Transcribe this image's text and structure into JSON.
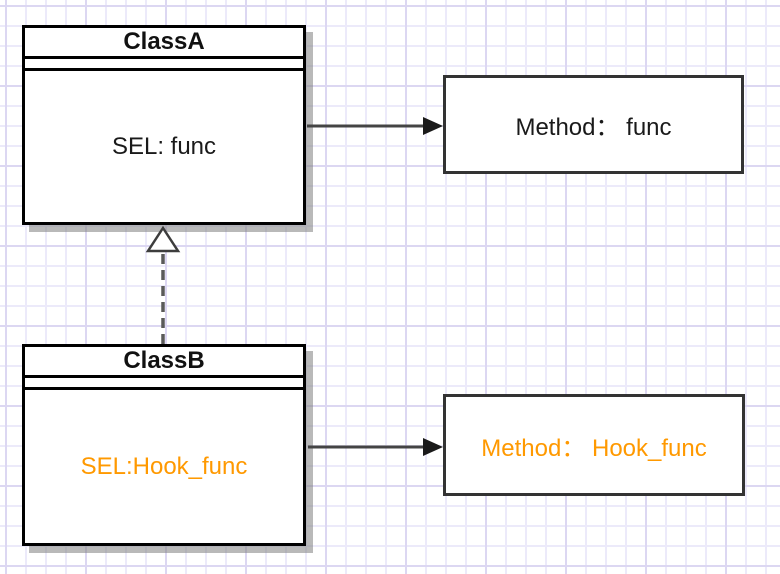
{
  "diagram": {
    "classA": {
      "title": "ClassA",
      "method_label": "SEL: func"
    },
    "classB": {
      "title": "ClassB",
      "method_label": "SEL:Hook_func"
    },
    "method_box_a": {
      "label": "Method： func"
    },
    "method_box_b": {
      "label": "Method： Hook_func"
    },
    "connectors": [
      {
        "name": "classA-to-method-func",
        "type": "solid-arrow-filled-head"
      },
      {
        "name": "classB-to-method-hook-func",
        "type": "solid-arrow-filled-head"
      },
      {
        "name": "classB-inherits-classA",
        "type": "dashed-line-hollow-triangle"
      }
    ],
    "colors": {
      "highlight_orange": "#ff9900",
      "class_border": "#000000",
      "method_border": "#333333",
      "connector_gray": "#444444",
      "grid_minor": "#eceafa",
      "grid_major": "#dcd7f2",
      "shadow_gray": "#808080"
    }
  }
}
